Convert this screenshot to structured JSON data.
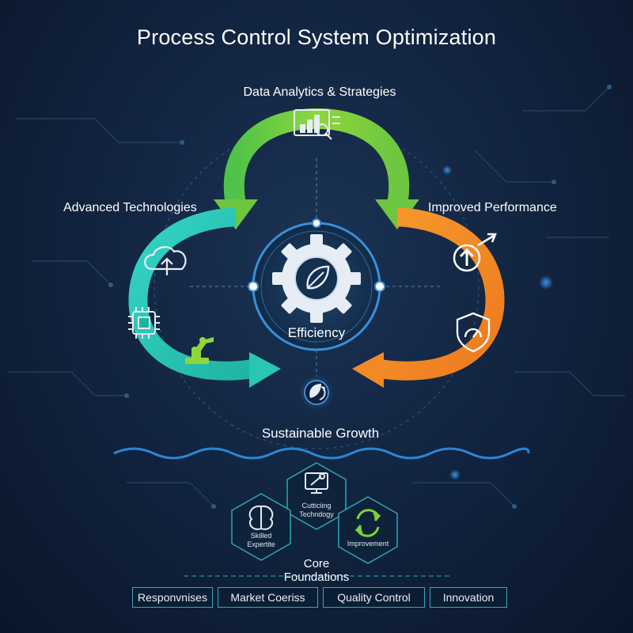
{
  "title": "Process Control System Optimization",
  "cycle": {
    "top_label": "Data Analytics & Strategies",
    "left_label": "Advanced Technologies",
    "right_label": "Improved Performance",
    "center_label": "Efficiency",
    "bottom_label": "Sustainable Growth"
  },
  "hexagons": [
    {
      "label": "Cutticiing\nTechndogy",
      "icon": "wrench-monitor-icon"
    },
    {
      "label": "Skilled\nExpertite",
      "icon": "brain-icon"
    },
    {
      "label": "Improvement",
      "icon": "refresh-icon"
    }
  ],
  "core_label": "Core\nFoundations",
  "bottom_boxes": [
    "Responvnises",
    "Market Coeriss",
    "Quality Control",
    "Innovation"
  ],
  "colors": {
    "background": "#10223d",
    "green_arrow": "#7fd13a",
    "teal_arrow": "#27c9b4",
    "orange_arrow": "#f18a25",
    "accent_blue": "#3a8fd8"
  }
}
